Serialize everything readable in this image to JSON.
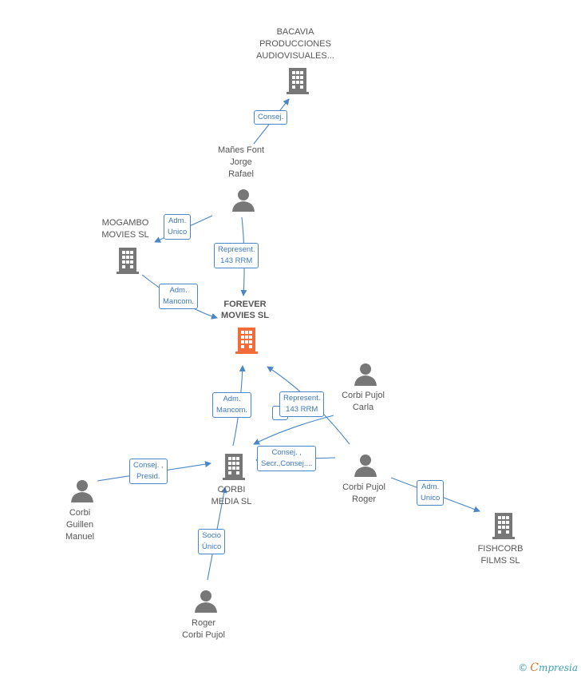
{
  "colors": {
    "edge": "#4a86c8",
    "company": "#777777",
    "main_company": "#f26b38",
    "person": "#777777"
  },
  "nodes": {
    "bacavia": {
      "lines": [
        "BACAVIA",
        "PRODUCCIONES",
        "AUDIOVISUALES..."
      ],
      "icon": "building-icon"
    },
    "manes": {
      "lines": [
        "Mañes Font",
        "Jorge",
        "Rafael"
      ],
      "icon": "person-icon"
    },
    "mogambo": {
      "lines": [
        "MOGAMBO",
        "MOVIES SL"
      ],
      "icon": "building-icon"
    },
    "forever": {
      "lines": [
        "FOREVER",
        "MOVIES SL"
      ],
      "icon": "building-icon"
    },
    "carla": {
      "lines": [
        "Corbi Pujol",
        "Carla"
      ],
      "icon": "person-icon"
    },
    "corbi_media": {
      "lines": [
        "CORBI",
        "MEDIA SL"
      ],
      "icon": "building-icon"
    },
    "roger_cp": {
      "lines": [
        "Corbi Pujol",
        "Roger"
      ],
      "icon": "person-icon"
    },
    "guillen": {
      "lines": [
        "Corbi",
        "Guillen",
        "Manuel"
      ],
      "icon": "person-icon"
    },
    "fishcorb": {
      "lines": [
        "FISHCORB",
        "FILMS SL"
      ],
      "icon": "building-icon"
    },
    "roger_bottom": {
      "lines": [
        "Roger",
        "Corbi Pujol"
      ],
      "icon": "person-icon"
    }
  },
  "relations": {
    "consej_bacavia": [
      "Consej."
    ],
    "adm_unico_mogambo": [
      "Adm.",
      "Unico"
    ],
    "represent_manes": [
      "Represent.",
      "143 RRM"
    ],
    "adm_mancom_mogambo": [
      "Adm.",
      "Mancom."
    ],
    "adm_mancom_corbi": [
      "Adm.",
      "Mancom."
    ],
    "represent_carla": [
      "Represent.",
      "143 RRM"
    ],
    "consej_roger": [
      "Consej. ,",
      "Secr.,Consej...."
    ],
    "adm_unico_fishcorb": [
      "Adm.",
      "Unico"
    ],
    "consej_presid": [
      "Consej. ,",
      "Presid."
    ],
    "socio_unico": [
      "Socio",
      "Único"
    ]
  },
  "footer": {
    "copyright": "©",
    "brand_e": "C",
    "brand_rest": "mpresia"
  }
}
